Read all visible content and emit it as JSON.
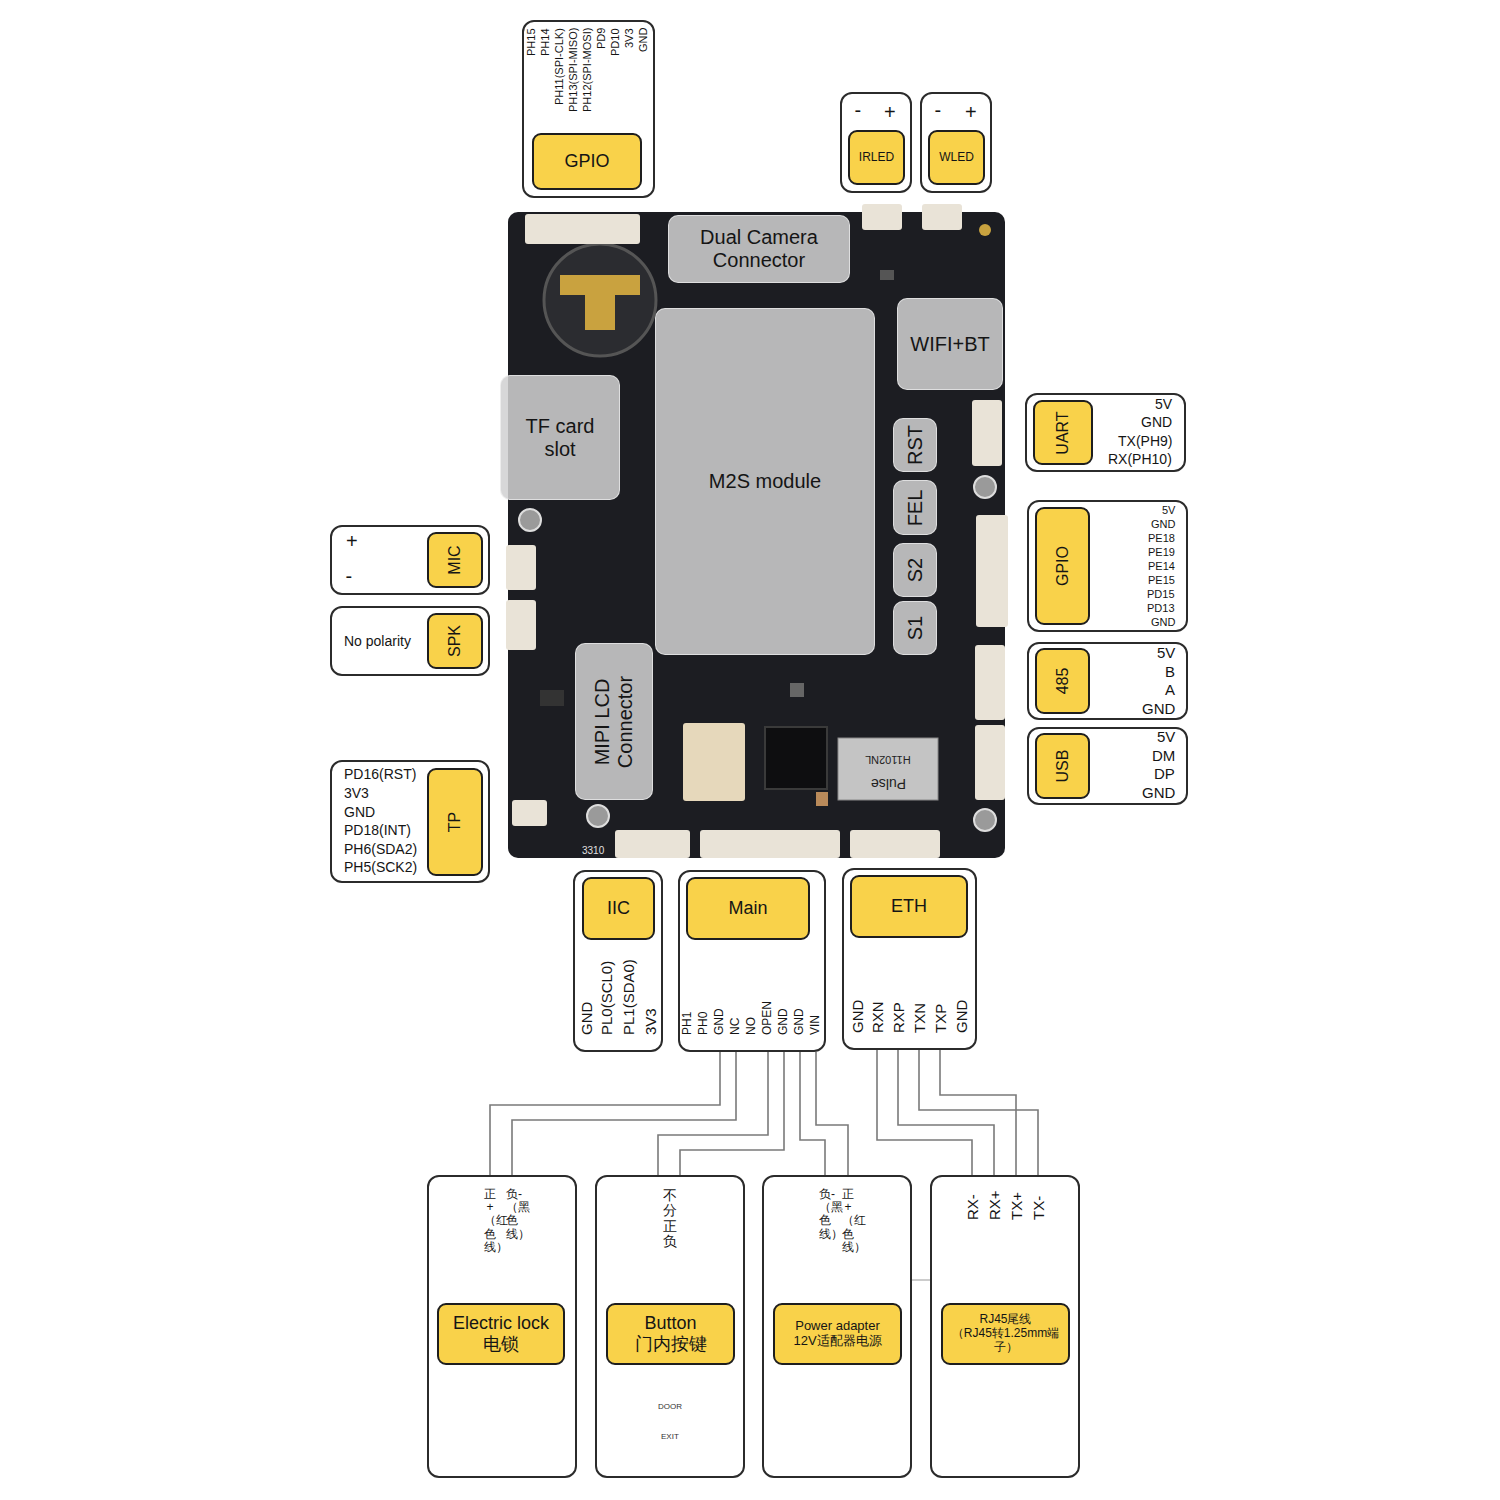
{
  "diagram": {
    "nodes": [
      {
        "text": [
          "PH15",
          "PH14",
          "PH11(SPI-CLK)",
          "PH13(SPI-MISO)",
          "PH12(SPI-MOSI)",
          "PD9",
          "PD10",
          "3V3",
          "GND"
        ]
      },
      {
        "text": [
          "GPIO"
        ],
        "in": 0
      },
      {
        "text": [
          "-",
          "+"
        ]
      },
      {
        "text": [
          "IRLED"
        ],
        "in": 2
      },
      {
        "text": [
          "-",
          "+"
        ]
      },
      {
        "text": [
          "WLED"
        ],
        "in": 4
      },
      {
        "text": [
          "Dual Camera Connector"
        ]
      },
      {
        "text": [
          "WIFI+BT"
        ]
      },
      {
        "text": [
          "TF card slot"
        ]
      },
      {
        "text": [
          "M2S module"
        ]
      },
      {
        "text": [
          "RST"
        ]
      },
      {
        "text": [
          "FEL"
        ]
      },
      {
        "text": [
          "S2"
        ]
      },
      {
        "text": [
          "S1"
        ]
      },
      {
        "text": [
          "MIPI LCD Connector"
        ]
      },
      {
        "text": [
          "5V",
          "GND",
          "TX(PH9)",
          "RX(PH10)"
        ]
      },
      {
        "text": [
          "UART"
        ],
        "in": 15
      },
      {
        "text": [
          "+",
          "-"
        ]
      },
      {
        "text": [
          "MIC"
        ],
        "in": 17
      },
      {
        "text": [
          "No polarity"
        ]
      },
      {
        "text": [
          "SPK"
        ],
        "in": 19
      },
      {
        "text": [
          "5V",
          "GND",
          "PE18",
          "PE19",
          "PE14",
          "PE15",
          "PD15",
          "PD13",
          "GND"
        ]
      },
      {
        "text": [
          "GPIO"
        ],
        "in": 21
      },
      {
        "text": [
          "5V",
          "B",
          "A",
          "GND"
        ]
      },
      {
        "text": [
          "485"
        ],
        "in": 23
      },
      {
        "text": [
          "5V",
          "DM",
          "DP",
          "GND"
        ]
      },
      {
        "text": [
          "USB"
        ],
        "in": 25
      },
      {
        "text": [
          "PD16(RST)",
          "3V3",
          "GND",
          "PD18(INT)",
          "PH6(SDA2)",
          "PH5(SCK2)"
        ]
      },
      {
        "text": [
          "TP"
        ],
        "in": 27
      },
      {
        "text": [
          "GND",
          "PL0(SCL0)",
          "PL1(SDA0)",
          "3V3"
        ]
      },
      {
        "text": [
          "IIC"
        ],
        "in": 29
      },
      {
        "text": [
          "PH1",
          "PH0",
          "GND",
          "NC",
          "NO",
          "OPEN",
          "GND",
          "GND",
          "VIN"
        ]
      },
      {
        "text": [
          "Main"
        ],
        "in": 31
      },
      {
        "text": [
          "GND",
          "RXN",
          "RXP",
          "TXN",
          "TXP",
          "GND"
        ]
      },
      {
        "text": [
          "ETH"
        ],
        "in": 33
      },
      {
        "text": [
          "正+（红色线）",
          "负-（黑色线）"
        ]
      },
      {
        "text": [
          "Electric lock",
          "电锁"
        ],
        "in": 35
      },
      {
        "text": [
          "不分正负"
        ]
      },
      {
        "text": [
          "Button",
          "门内按键"
        ],
        "in": 37
      },
      {
        "text": [
          "负-（黑色线）",
          "正+（红色线）"
        ]
      },
      {
        "text": [
          "Power adapter",
          "12V适配器电源"
        ],
        "in": 39
      },
      {
        "text": [
          "RX-",
          "RX+",
          "TX+",
          "TX-"
        ]
      },
      {
        "text": [
          "RJ45尾线",
          "（RJ45转1.25mm端子）"
        ],
        "in": 41
      }
    ],
    "edges": [
      {
        "from": 31,
        "to": 35,
        "arrow": "none"
      },
      {
        "from": 31,
        "to": 35,
        "arrow": "none"
      },
      {
        "from": 31,
        "to": 37,
        "arrow": "none"
      },
      {
        "from": 31,
        "to": 37,
        "arrow": "none"
      },
      {
        "from": 31,
        "to": 39,
        "arrow": "none"
      },
      {
        "from": 31,
        "to": 39,
        "arrow": "none"
      },
      {
        "from": 33,
        "to": 41,
        "arrow": "none"
      },
      {
        "from": 33,
        "to": 41,
        "arrow": "none"
      },
      {
        "from": 33,
        "to": 41,
        "arrow": "none"
      },
      {
        "from": 33,
        "to": 41,
        "arrow": "none"
      }
    ],
    "labels": [
      "3310",
      "H1102NL",
      "Pulse",
      "DOOR",
      "EXIT"
    ]
  }
}
